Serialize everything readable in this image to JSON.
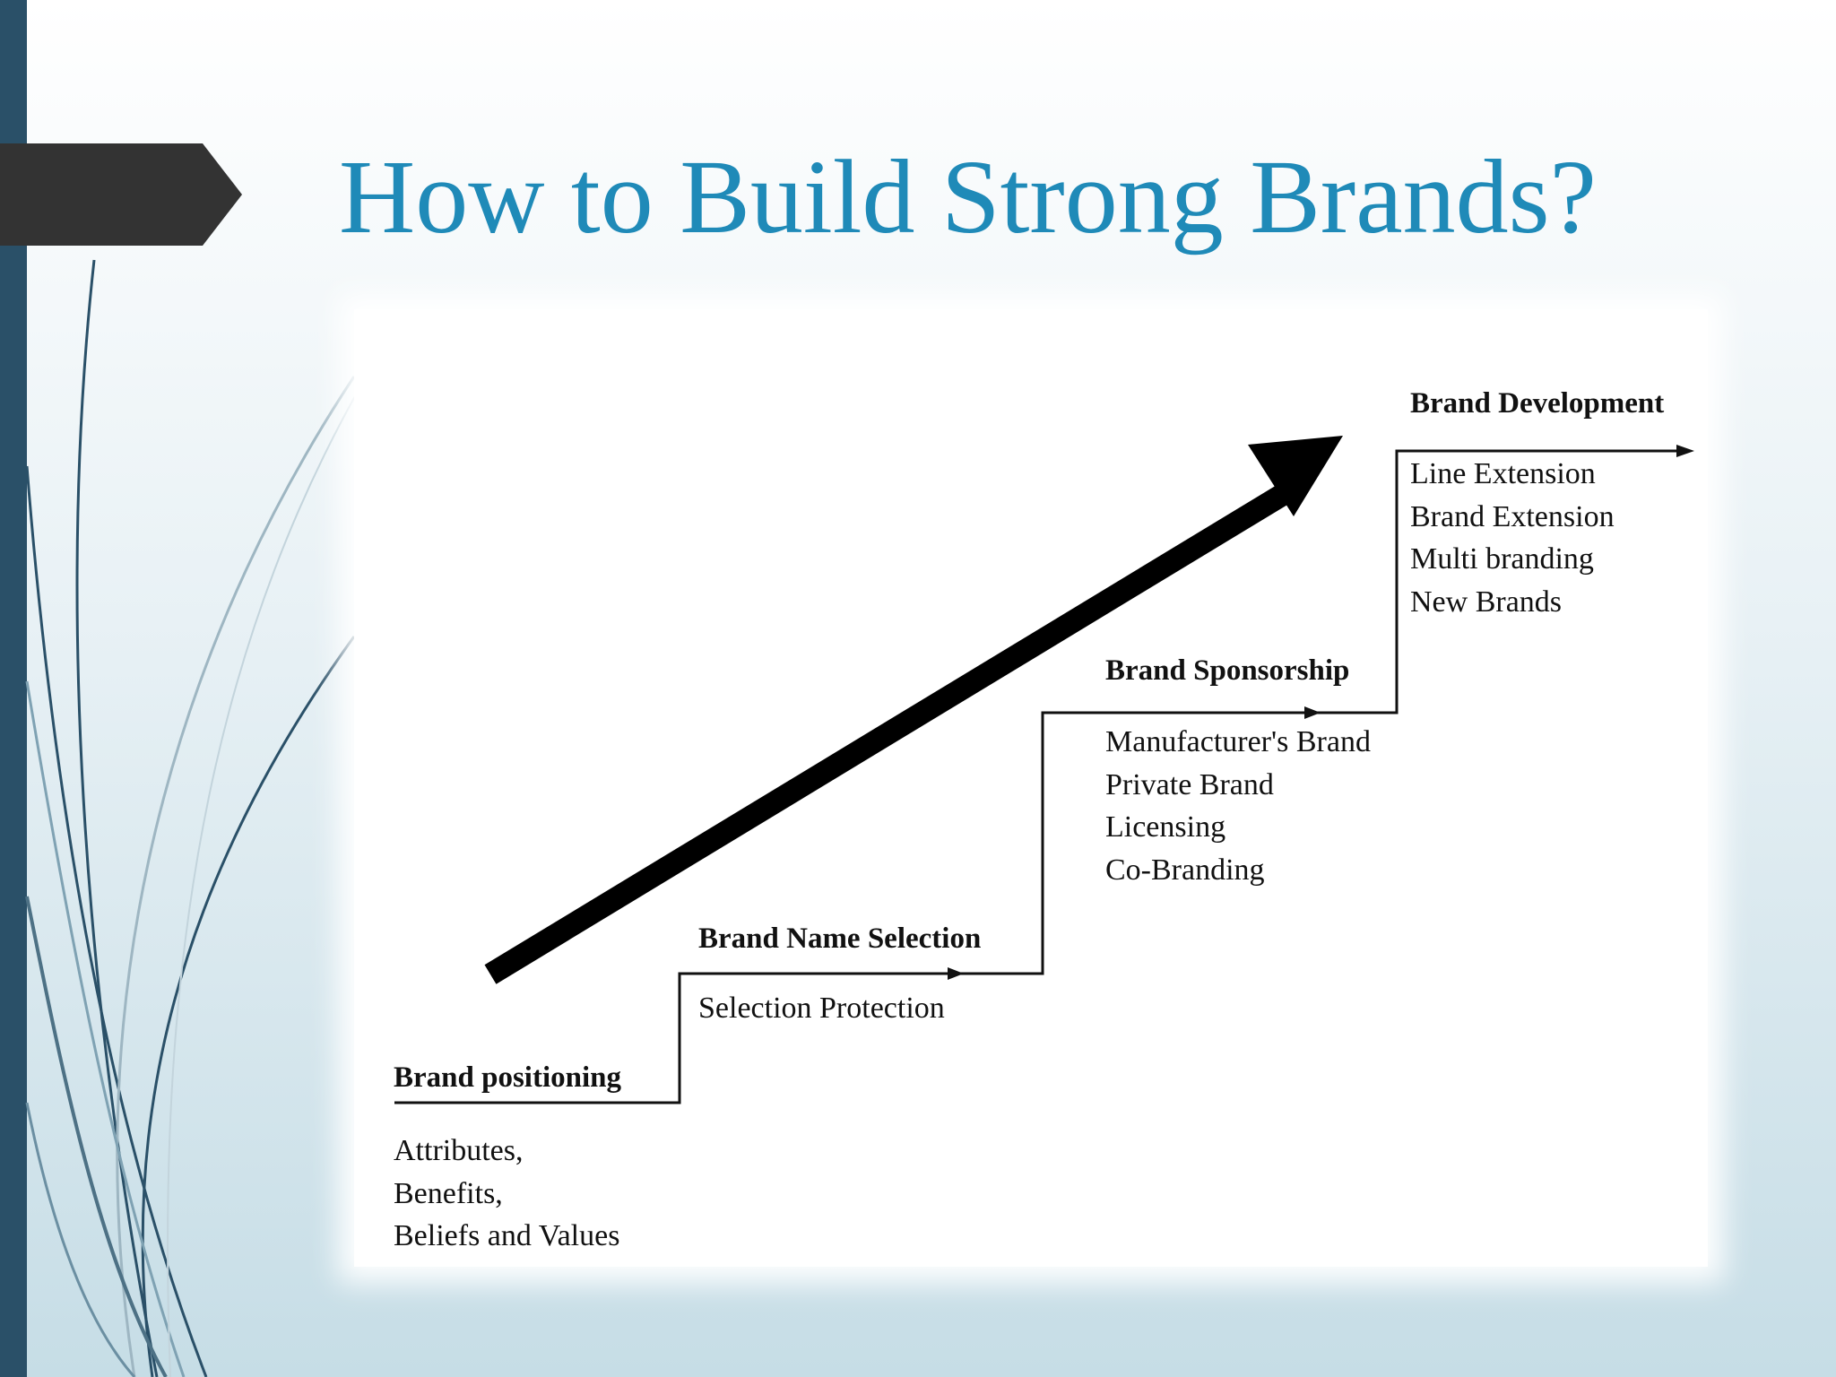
{
  "slide": {
    "title": "How to Build Strong Brands?",
    "title_color": "#1f8ab8",
    "sidebar_color": "#2a5068",
    "marker_color": "#333333"
  },
  "diagram": {
    "stages": [
      {
        "title": "Brand positioning",
        "items": [
          "Attributes,",
          "Benefits,",
          "Beliefs and Values"
        ]
      },
      {
        "title": "Brand Name Selection",
        "items": [
          "Selection Protection"
        ]
      },
      {
        "title": "Brand Sponsorship",
        "items": [
          "Manufacturer's Brand",
          "Private Brand",
          "Licensing",
          "Co-Branding"
        ]
      },
      {
        "title": "Brand Development",
        "items": [
          "Line Extension",
          "Brand Extension",
          "Multi branding",
          "New Brands"
        ]
      }
    ]
  }
}
